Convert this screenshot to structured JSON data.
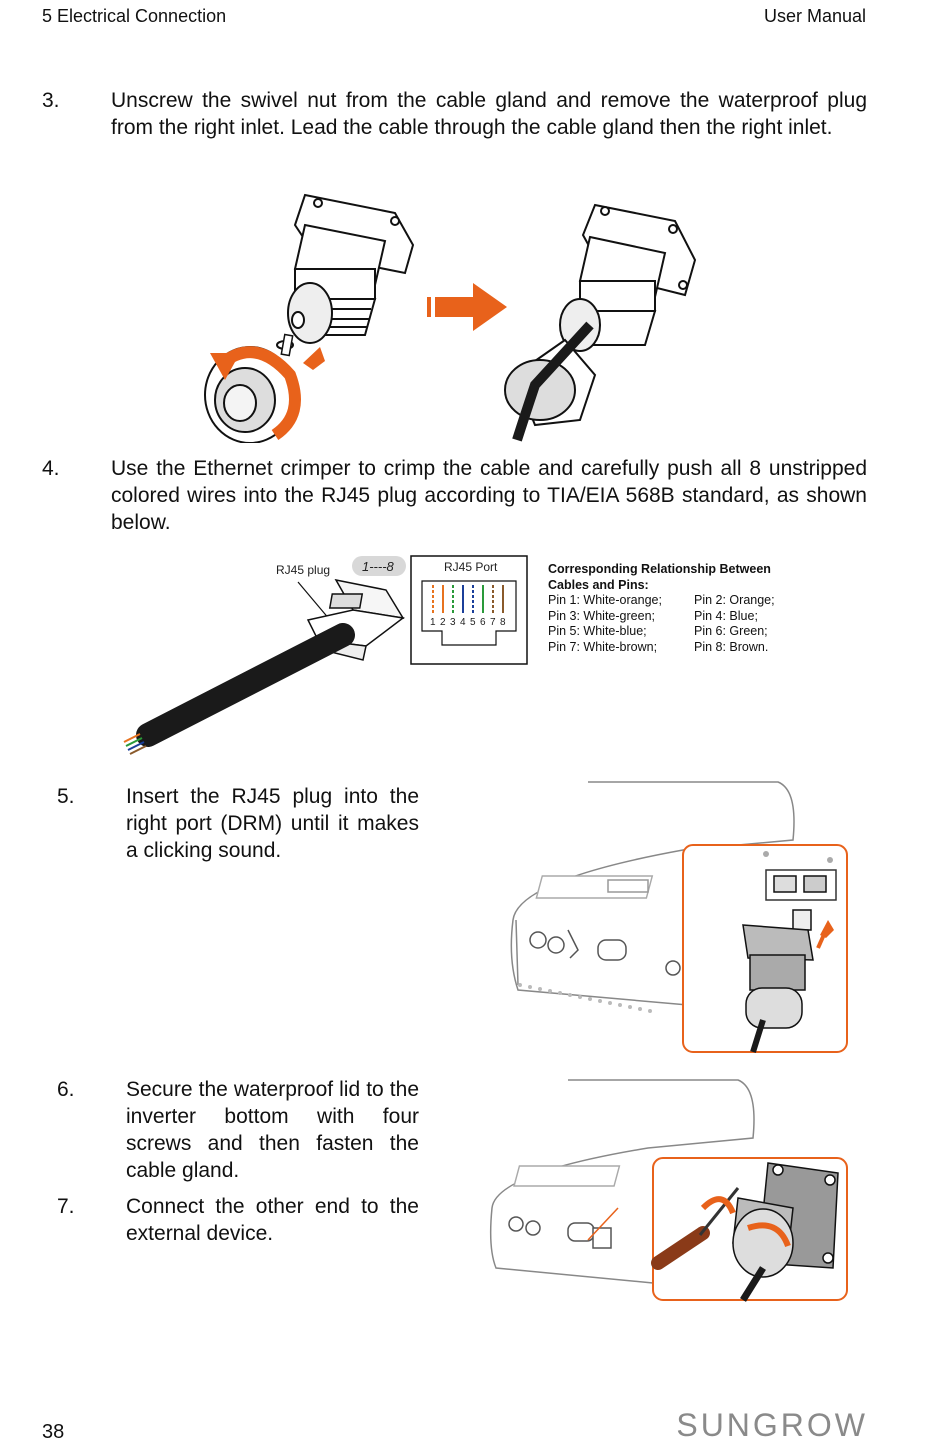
{
  "header": {
    "section": "5 Electrical Connection",
    "doc": "User Manual"
  },
  "steps": [
    {
      "num": "3.",
      "text": "Unscrew the swivel nut from the cable gland and remove the waterproof plug from the right inlet. Lead the cable through the cable gland then the right inlet."
    },
    {
      "num": "4.",
      "text": "Use the Ethernet crimper to crimp the cable and carefully push all 8 unstripped colored wires into the RJ45 plug according to TIA/EIA 568B standard, as shown below."
    },
    {
      "num": "5.",
      "text": "Insert the RJ45 plug into the right port (DRM) until it makes a clicking sound."
    },
    {
      "num": "6.",
      "text": "Secure the waterproof lid to the inverter bottom with four screws and then fasten the cable gland."
    },
    {
      "num": "7.",
      "text": "Connect the other end to the external device."
    }
  ],
  "rj45": {
    "plug_label": "RJ45 plug",
    "plug_range": "1----8",
    "port_label": "RJ45 Port",
    "pin_numbers": [
      "1",
      "2",
      "3",
      "4",
      "5",
      "6",
      "7",
      "8"
    ],
    "wire_colors": [
      "#e8731f",
      "#e8731f",
      "#2a9a3a",
      "#1b3f9a",
      "#1b3f9a",
      "#2a9a3a",
      "#8a5a2b",
      "#8a5a2b"
    ],
    "relationship_title_1": "Corresponding Relationship Between",
    "relationship_title_2": "Cables and Pins:",
    "pins": [
      [
        "Pin 1: White-orange;",
        "Pin 2: Orange;"
      ],
      [
        "Pin 3: White-green;",
        "Pin 4: Blue;"
      ],
      [
        "Pin 5: White-blue;",
        "Pin 6: Green;"
      ],
      [
        "Pin 7: White-brown;",
        "Pin 8: Brown."
      ]
    ]
  },
  "footer": {
    "page": "38",
    "brand": "SUNGROW"
  },
  "colors": {
    "accent": "#e8621b",
    "cable": "#1a1a1a"
  }
}
